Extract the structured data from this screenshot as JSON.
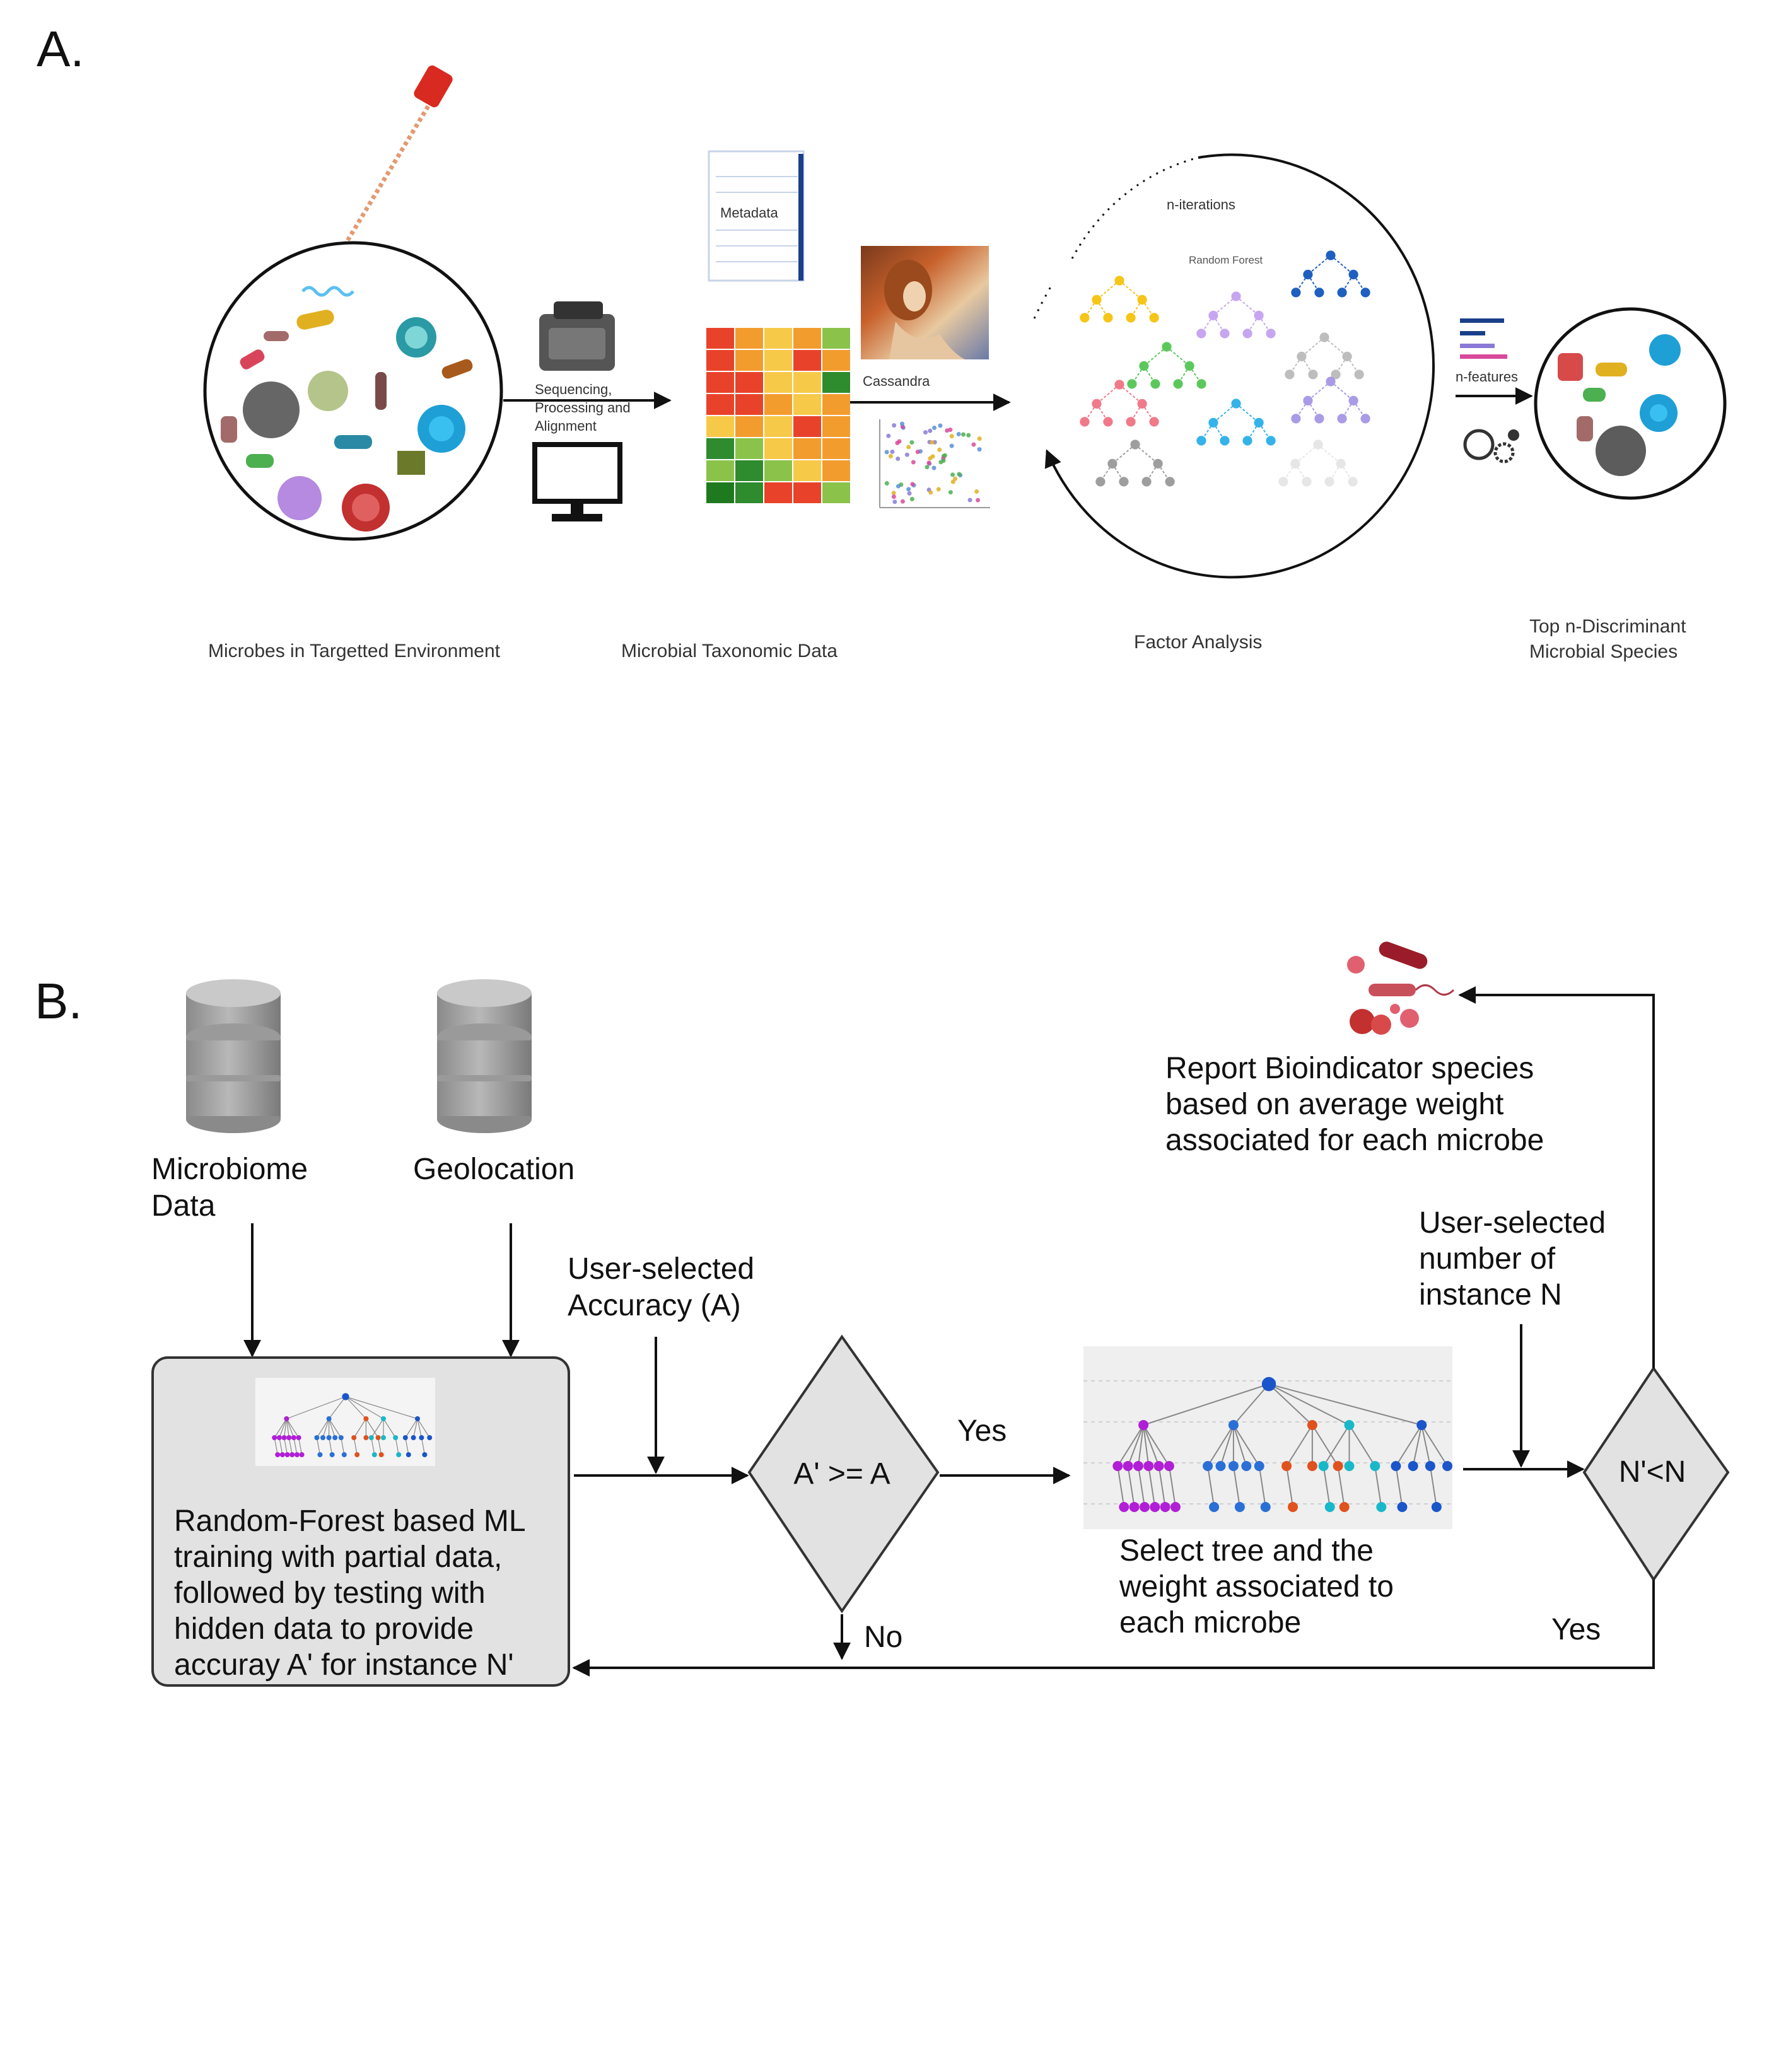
{
  "panel_a": {
    "label": "A.",
    "metadata_label": "Metadata",
    "sequencing_label": [
      "Sequencing,",
      "Processing and",
      "Alignment"
    ],
    "cassandra_label": "Cassandra",
    "n_iterations_label": "n-iterations",
    "random_forest_label": "Random Forest",
    "n_features_label": "n-features",
    "captions": {
      "microbes": "Microbes in Targetted Environment",
      "taxonomic": "Microbial Taxonomic Data",
      "factor": "Factor Analysis",
      "top_species": [
        "Top n-Discriminant",
        "Microbial Species"
      ]
    },
    "heatmap_colors": [
      [
        "#e8432a",
        "#f39c2e",
        "#f7c948",
        "#f39c2e",
        "#8bc34a"
      ],
      [
        "#e8432a",
        "#f39c2e",
        "#f7c948",
        "#e8432a",
        "#f39c2e"
      ],
      [
        "#e8432a",
        "#e8432a",
        "#f7c948",
        "#f7c948",
        "#2e8b2e"
      ],
      [
        "#e8432a",
        "#e8432a",
        "#f39c2e",
        "#f7c948",
        "#f39c2e"
      ],
      [
        "#f7c948",
        "#f39c2e",
        "#f7c948",
        "#e8432a",
        "#f39c2e"
      ],
      [
        "#2e8b2e",
        "#8bc34a",
        "#f7c948",
        "#f39c2e",
        "#f39c2e"
      ],
      [
        "#8bc34a",
        "#2e8b2e",
        "#8bc34a",
        "#f7c948",
        "#f39c2e"
      ],
      [
        "#1f7a1f",
        "#2e8b2e",
        "#e8432a",
        "#e8432a",
        "#8bc34a"
      ]
    ],
    "tree_colors": [
      "#f5c518",
      "#1f5fbf",
      "#c7a6f0",
      "#bdbdbd",
      "#5cc85c",
      "#f07a8a",
      "#34b3e8",
      "#a99be6",
      "#9e9e9e",
      "#e6e6e6"
    ]
  },
  "panel_b": {
    "label": "B.",
    "db1_label": [
      "Microbiome",
      "Data"
    ],
    "db2_label": "Geolocation",
    "user_accuracy": [
      "User-selected",
      "Accuracy (A)"
    ],
    "ml_box_text": [
      "Random-Forest based ML",
      "training with partial data,",
      "followed by testing with",
      "hidden data to provide",
      "accuray A' for instance N'"
    ],
    "diamond1": "A' >= A",
    "yes1": "Yes",
    "no1": "No",
    "select_tree": [
      "Select tree and the",
      "weight associated to",
      "each microbe"
    ],
    "user_instance": [
      "User-selected",
      "number of",
      "instance N"
    ],
    "diamond2": "N'<N",
    "yes2": "Yes",
    "report": [
      "Report Bioindicator species",
      "based on average weight",
      "associated for each microbe"
    ],
    "tree_colors": [
      "#b01fd6",
      "#2a6fd6",
      "#e0521d",
      "#19b8c9",
      "#1a55c9"
    ]
  }
}
